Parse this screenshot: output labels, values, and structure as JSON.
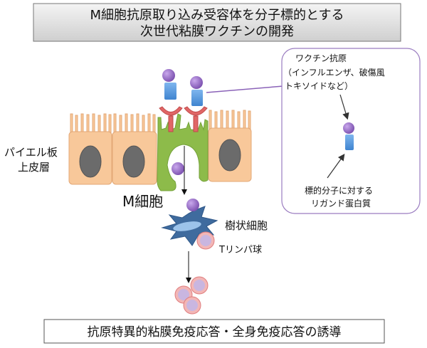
{
  "title": {
    "line1": "M細胞抗原取り込み受容体を分子標的とする",
    "line2": "次世代粘膜ワクチンの開発"
  },
  "labels": {
    "peyer_line1": "パイエル板",
    "peyer_line2": "上皮層",
    "m_cell": "M細胞",
    "dendritic_cell": "樹状細胞",
    "t_lymphocyte": "Tリンパ球"
  },
  "callout": {
    "antigen_line1": "ワクチン抗原",
    "antigen_line2": "（インフルエンザ、破傷風",
    "antigen_line3": "トキソイドなど）",
    "ligand_line1": "標的分子に対する",
    "ligand_line2": "リガンド蛋白質"
  },
  "footer": "抗原特異的粘膜免疫応答・全身免疫応答の誘導",
  "colors": {
    "antigen": "#8a62b8",
    "ligand": "#4a8fd6",
    "receptor": "#e06666",
    "m_cell": "#8dbb4a",
    "epithelial": "#f8c89a",
    "dendritic": "#3f6b9e",
    "lymphocyte": "#e89a9a"
  }
}
